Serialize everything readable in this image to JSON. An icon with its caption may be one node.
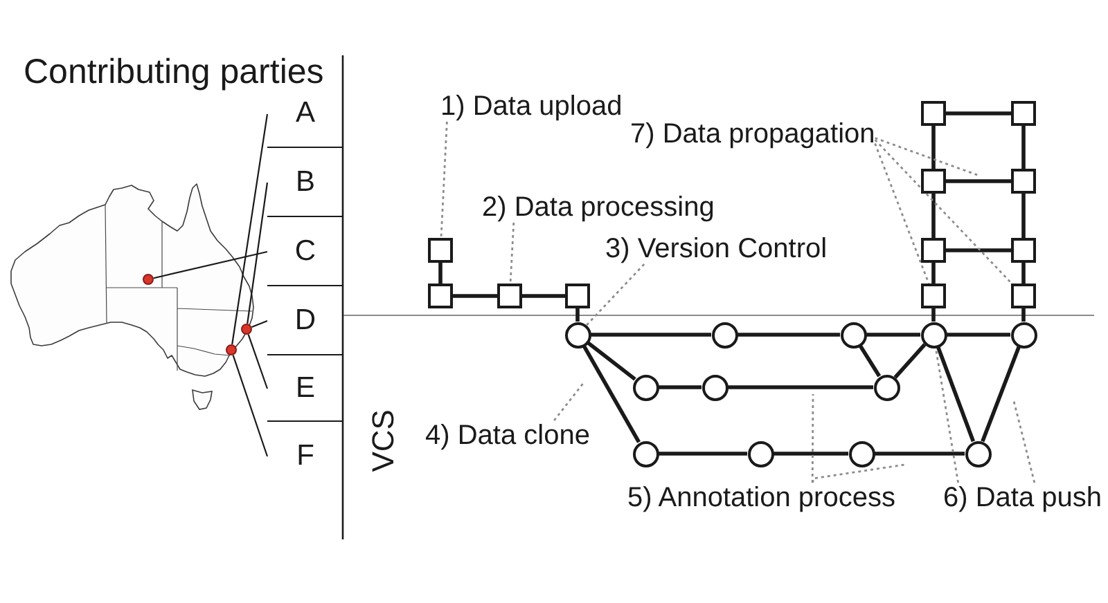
{
  "diagram": {
    "nodes": [
      {
        "text": [
          "A"
        ]
      },
      {
        "text": [
          "B"
        ]
      },
      {
        "text": [
          "C"
        ]
      },
      {
        "text": [
          "D"
        ]
      },
      {
        "text": [
          "E"
        ]
      },
      {
        "text": [
          "F"
        ]
      },
      {
        "text": [],
        "shape": "circle"
      },
      {
        "text": [],
        "shape": "circle"
      },
      {
        "text": [],
        "shape": "circle"
      },
      {
        "text": [
          "1) Data upload"
        ]
      },
      {
        "text": [
          "7) Data propagation"
        ]
      },
      {
        "text": [
          "2) Data processing"
        ]
      },
      {
        "text": [
          "3) Version Control"
        ]
      },
      {
        "text": [
          "4) Data clone"
        ]
      },
      {
        "text": [
          "5) Annotation process"
        ]
      },
      {
        "text": [
          "6) Data push"
        ]
      },
      {
        "text": [],
        "shape": "box"
      },
      {
        "text": [],
        "shape": "box"
      },
      {
        "text": [],
        "shape": "box"
      },
      {
        "text": [],
        "shape": "box"
      },
      {
        "text": [],
        "shape": "box"
      },
      {
        "text": [],
        "shape": "box"
      },
      {
        "text": [],
        "shape": "box"
      },
      {
        "text": [],
        "shape": "box"
      },
      {
        "text": [],
        "shape": "box"
      },
      {
        "text": [],
        "shape": "box"
      },
      {
        "text": [],
        "shape": "box"
      },
      {
        "text": [],
        "shape": "box"
      },
      {
        "text": [],
        "shape": "circle"
      },
      {
        "text": [],
        "shape": "circle"
      },
      {
        "text": [],
        "shape": "circle"
      },
      {
        "text": [],
        "shape": "circle"
      },
      {
        "text": [],
        "shape": "circle"
      },
      {
        "text": [],
        "shape": "circle"
      },
      {
        "text": [],
        "shape": "circle"
      },
      {
        "text": [],
        "shape": "circle"
      },
      {
        "text": [],
        "shape": "circle"
      },
      {
        "text": [],
        "shape": "circle"
      },
      {
        "text": [],
        "shape": "circle"
      },
      {
        "text": [],
        "shape": "circle"
      }
    ],
    "edges": [
      {
        "from": 0,
        "to": 8,
        "arrow": "none"
      },
      {
        "from": 1,
        "to": 7,
        "arrow": "none"
      },
      {
        "from": 2,
        "to": 6,
        "arrow": "none"
      },
      {
        "from": 3,
        "to": 7,
        "arrow": "none"
      },
      {
        "from": 4,
        "to": 7,
        "arrow": "none"
      },
      {
        "from": 5,
        "to": 8,
        "arrow": "none"
      },
      {
        "from": 20,
        "to": 23,
        "arrow": "none"
      },
      {
        "from": 23,
        "to": 24,
        "arrow": "none"
      },
      {
        "from": 24,
        "to": 25,
        "arrow": "none"
      },
      {
        "from": 25,
        "to": 28,
        "arrow": "none"
      },
      {
        "from": 28,
        "to": 29,
        "arrow": "none"
      },
      {
        "from": 29,
        "to": 30,
        "arrow": "none"
      },
      {
        "from": 30,
        "to": 31,
        "arrow": "none"
      },
      {
        "from": 31,
        "to": 32,
        "arrow": "none"
      },
      {
        "from": 28,
        "to": 33,
        "arrow": "none"
      },
      {
        "from": 33,
        "to": 34,
        "arrow": "none"
      },
      {
        "from": 34,
        "to": 35,
        "arrow": "none"
      },
      {
        "from": 30,
        "to": 35,
        "arrow": "none"
      },
      {
        "from": 35,
        "to": 31,
        "arrow": "none"
      },
      {
        "from": 28,
        "to": 36,
        "arrow": "none"
      },
      {
        "from": 36,
        "to": 37,
        "arrow": "none"
      },
      {
        "from": 37,
        "to": 38,
        "arrow": "none"
      },
      {
        "from": 38,
        "to": 39,
        "arrow": "none"
      },
      {
        "from": 39,
        "to": 31,
        "arrow": "none"
      },
      {
        "from": 39,
        "to": 32,
        "arrow": "none"
      },
      {
        "from": 31,
        "to": 26,
        "arrow": "none"
      },
      {
        "from": 32,
        "to": 27,
        "arrow": "none"
      },
      {
        "from": 26,
        "to": 21,
        "arrow": "none"
      },
      {
        "from": 21,
        "to": 18,
        "arrow": "none"
      },
      {
        "from": 18,
        "to": 16,
        "arrow": "none"
      },
      {
        "from": 27,
        "to": 22,
        "arrow": "none"
      },
      {
        "from": 22,
        "to": 19,
        "arrow": "none"
      },
      {
        "from": 19,
        "to": 17,
        "arrow": "none"
      },
      {
        "from": 16,
        "to": 17,
        "arrow": "none"
      },
      {
        "from": 18,
        "to": 19,
        "arrow": "none"
      },
      {
        "from": 21,
        "to": 22,
        "arrow": "none"
      },
      {
        "from": 9,
        "to": 20,
        "arrow": "none",
        "style": "dashed",
        "color": "#8c8c8c"
      },
      {
        "from": 11,
        "to": 24,
        "arrow": "none",
        "style": "dashed",
        "color": "#8c8c8c"
      },
      {
        "from": 12,
        "to": 28,
        "arrow": "none",
        "style": "dashed",
        "color": "#8c8c8c"
      },
      {
        "from": 13,
        "to": null,
        "arrow": "none",
        "style": "dashed",
        "color": "#8c8c8c"
      },
      {
        "from": 14,
        "to": null,
        "arrow": "none",
        "style": "dashed",
        "color": "#8c8c8c"
      },
      {
        "from": 14,
        "to": null,
        "arrow": "none",
        "style": "dashed",
        "color": "#8c8c8c"
      },
      {
        "from": 15,
        "to": 31,
        "arrow": "none",
        "style": "dashed",
        "color": "#8c8c8c"
      },
      {
        "from": 15,
        "to": null,
        "arrow": "none",
        "style": "dashed",
        "color": "#8c8c8c"
      },
      {
        "from": 10,
        "to": null,
        "arrow": "none",
        "style": "dashed",
        "color": "#8c8c8c"
      },
      {
        "from": 10,
        "to": 26,
        "arrow": "none",
        "style": "dashed",
        "color": "#8c8c8c"
      },
      {
        "from": 10,
        "to": 27,
        "arrow": "none",
        "style": "dashed",
        "color": "#8c8c8c"
      }
    ],
    "labels": [
      "Contributing parties",
      "VCS"
    ]
  }
}
